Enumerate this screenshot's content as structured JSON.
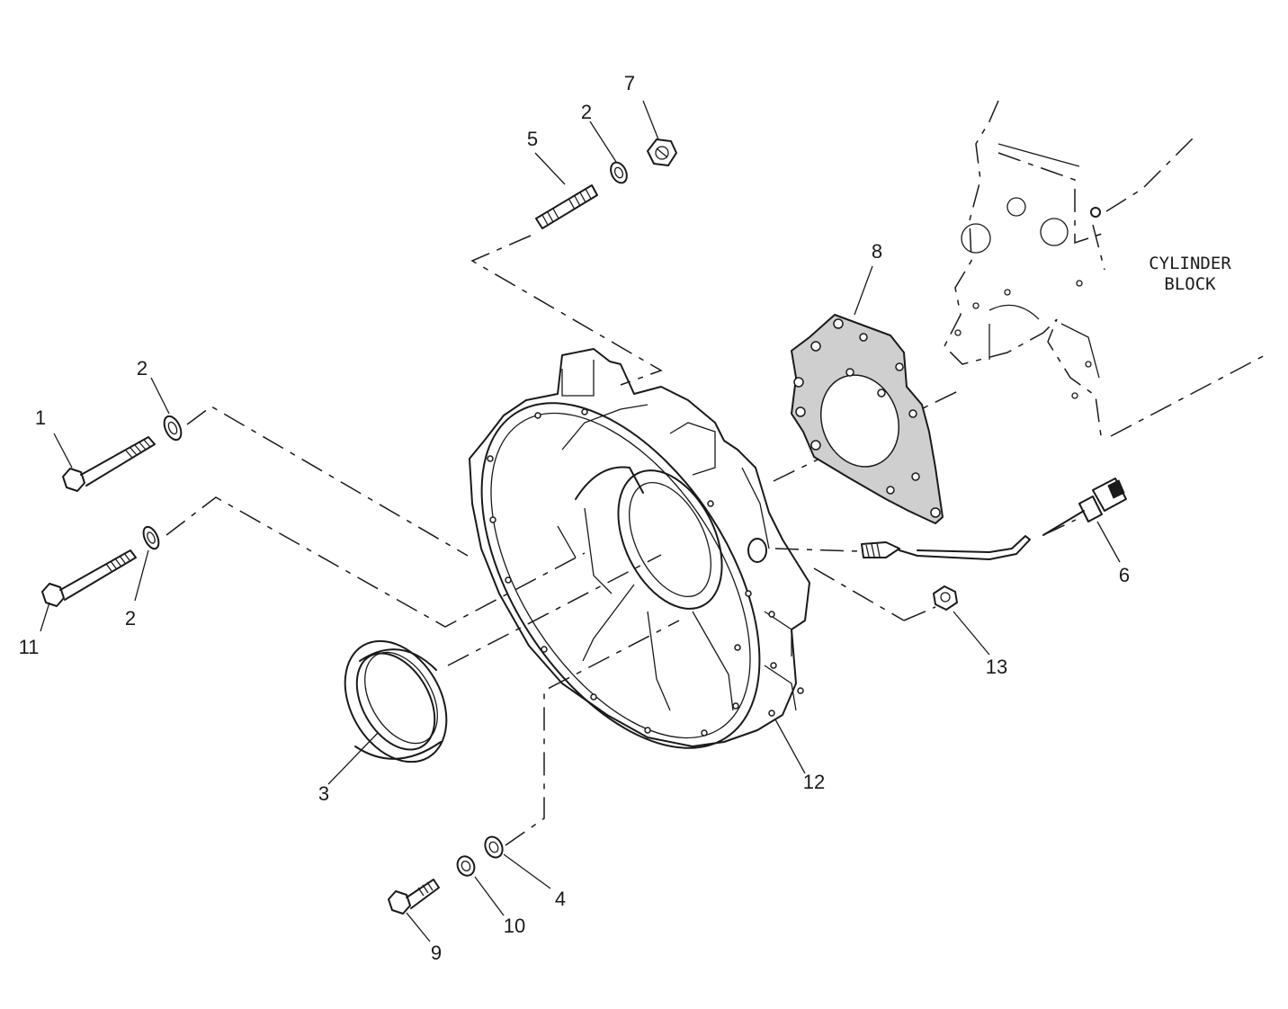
{
  "diagram": {
    "callouts": [
      {
        "id": "c1",
        "text": "1"
      },
      {
        "id": "c2a",
        "text": "2"
      },
      {
        "id": "c2b",
        "text": "2"
      },
      {
        "id": "c2c",
        "text": "2"
      },
      {
        "id": "c3",
        "text": "3"
      },
      {
        "id": "c4",
        "text": "4"
      },
      {
        "id": "c5",
        "text": "5"
      },
      {
        "id": "c6",
        "text": "6"
      },
      {
        "id": "c7",
        "text": "7"
      },
      {
        "id": "c8",
        "text": "8"
      },
      {
        "id": "c9",
        "text": "9"
      },
      {
        "id": "c10",
        "text": "10"
      },
      {
        "id": "c11",
        "text": "11"
      },
      {
        "id": "c12",
        "text": "12"
      },
      {
        "id": "c13",
        "text": "13"
      }
    ],
    "block_label_line1": "CYLINDER",
    "block_label_line2": "BLOCK"
  }
}
